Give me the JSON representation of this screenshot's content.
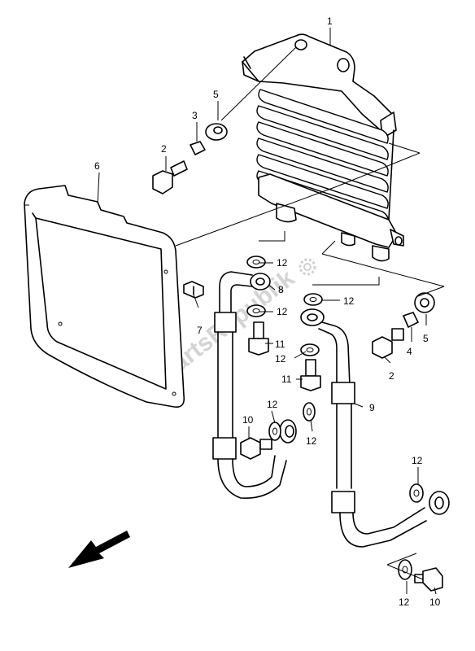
{
  "watermark": "PartsRepublik",
  "callouts": [
    {
      "id": "c1",
      "label": "1"
    },
    {
      "id": "c2a",
      "label": "2"
    },
    {
      "id": "c2b",
      "label": "2"
    },
    {
      "id": "c3",
      "label": "3"
    },
    {
      "id": "c4",
      "label": "4"
    },
    {
      "id": "c5a",
      "label": "5"
    },
    {
      "id": "c5b",
      "label": "5"
    },
    {
      "id": "c6",
      "label": "6"
    },
    {
      "id": "c7",
      "label": "7"
    },
    {
      "id": "c8",
      "label": "8"
    },
    {
      "id": "c9",
      "label": "9"
    },
    {
      "id": "c10a",
      "label": "10"
    },
    {
      "id": "c10b",
      "label": "10"
    },
    {
      "id": "c11a",
      "label": "11"
    },
    {
      "id": "c11b",
      "label": "11"
    },
    {
      "id": "c12a",
      "label": "12"
    },
    {
      "id": "c12b",
      "label": "12"
    },
    {
      "id": "c12c",
      "label": "12"
    },
    {
      "id": "c12d",
      "label": "12"
    },
    {
      "id": "c12e",
      "label": "12"
    },
    {
      "id": "c12f",
      "label": "12"
    },
    {
      "id": "c12g",
      "label": "12"
    },
    {
      "id": "c12h",
      "label": "12"
    }
  ],
  "icons": {
    "front_arrow": "direction-arrow-icon",
    "gear_logo": "gear-icon"
  }
}
